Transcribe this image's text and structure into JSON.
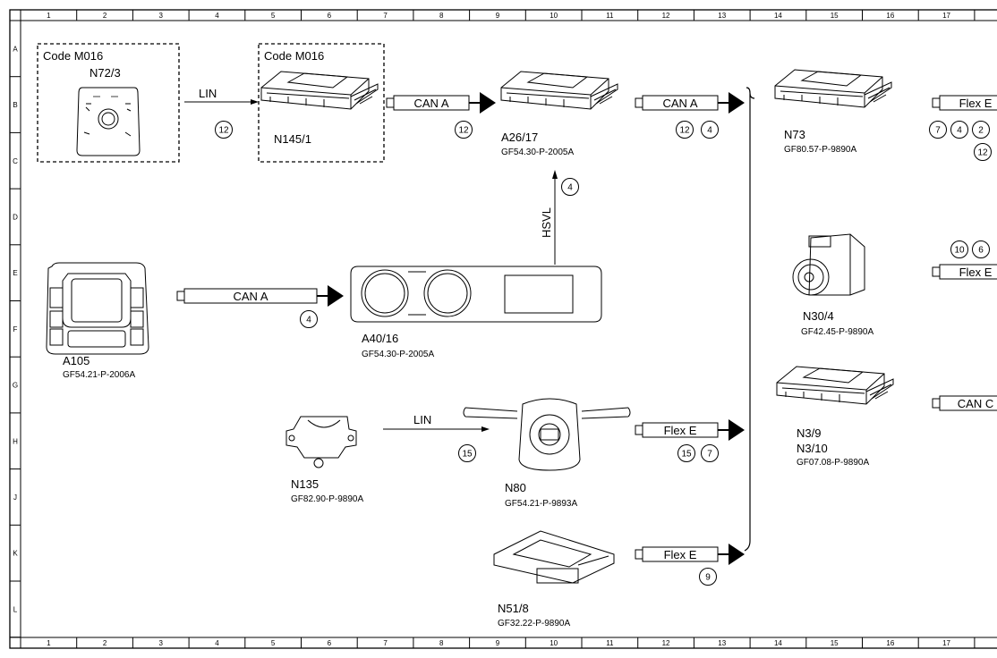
{
  "ruler": {
    "columns": [
      "1",
      "2",
      "3",
      "4",
      "5",
      "6",
      "7",
      "8",
      "9",
      "10",
      "11",
      "12",
      "13",
      "14",
      "15",
      "16",
      "17"
    ],
    "rows": [
      "A",
      "B",
      "C",
      "D",
      "E",
      "F",
      "G",
      "H",
      "J",
      "K",
      "L"
    ]
  },
  "boxes": {
    "m016_left": "Code M016",
    "m016_right": "Code M016"
  },
  "components": {
    "n72_3": {
      "code": "N72/3"
    },
    "n145_1": {
      "code": "N145/1"
    },
    "a26_17": {
      "code": "A26/17",
      "ref": "GF54.30-P-2005A"
    },
    "n73": {
      "code": "N73",
      "ref": "GF80.57-P-9890A"
    },
    "a105": {
      "code": "A105",
      "ref": "GF54.21-P-2006A"
    },
    "a40_16": {
      "code": "A40/16",
      "ref": "GF54.30-P-2005A"
    },
    "n30_4": {
      "code": "N30/4",
      "ref": "GF42.45-P-9890A"
    },
    "n3_9": {
      "code": "N3/9",
      "code2": "N3/10",
      "ref": "GF07.08-P-9890A"
    },
    "n135": {
      "code": "N135",
      "ref": "GF82.90-P-9890A"
    },
    "n80": {
      "code": "N80",
      "ref": "GF54.21-P-9893A"
    },
    "n51_8": {
      "code": "N51/8",
      "ref": "GF32.22-P-9890A"
    }
  },
  "links": {
    "lin_top": "LIN",
    "lin_mid": "LIN",
    "hsvl": "HSVL",
    "can_a_1": "CAN A",
    "can_a_2": "CAN A",
    "can_a_3": "CAN A",
    "flex_e_n80": "Flex E",
    "flex_e_n51": "Flex E",
    "flex_e_right_top": "Flex E",
    "flex_e_right_mid": "Flex E",
    "can_c_right": "CAN C"
  },
  "circles": {
    "c12_lin": "12",
    "c12_cana1": "12",
    "c12_cana2": "12",
    "c4_cana2": "4",
    "c4_hsvl": "4",
    "c4_a105": "4",
    "c15_lin": "15",
    "c15_flex": "15",
    "c7_flex": "7",
    "c9_flex": "9",
    "c7_right": "7",
    "c4_right": "4",
    "c2_right": "2",
    "c12_right": "12",
    "c10_right": "10",
    "c6_right": "6"
  }
}
